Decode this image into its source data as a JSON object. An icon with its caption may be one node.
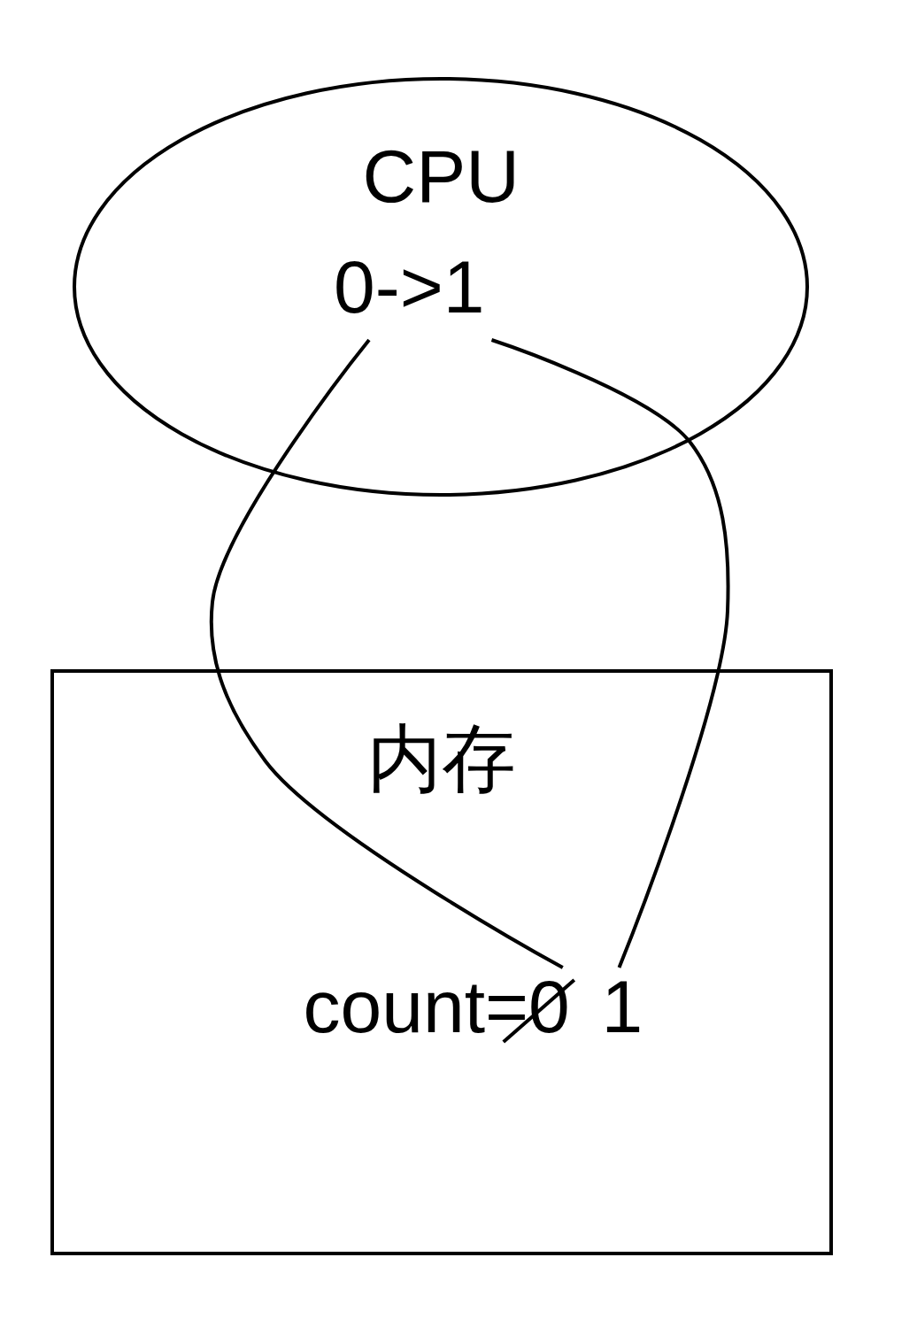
{
  "diagram": {
    "nodes": [
      {
        "text": [
          "CPU"
        ]
      },
      {
        "text": [
          "0->1"
        ],
        "in": 0
      },
      {
        "text": [
          "内存"
        ]
      },
      {
        "text": [
          "count=0"
        ],
        "in": 2
      },
      {
        "text": [
          "1"
        ],
        "in": 2
      }
    ],
    "edges": [
      {
        "from": 1,
        "to": 3,
        "arrow": "none"
      },
      {
        "from": 1,
        "to": 4,
        "arrow": "none"
      }
    ]
  }
}
